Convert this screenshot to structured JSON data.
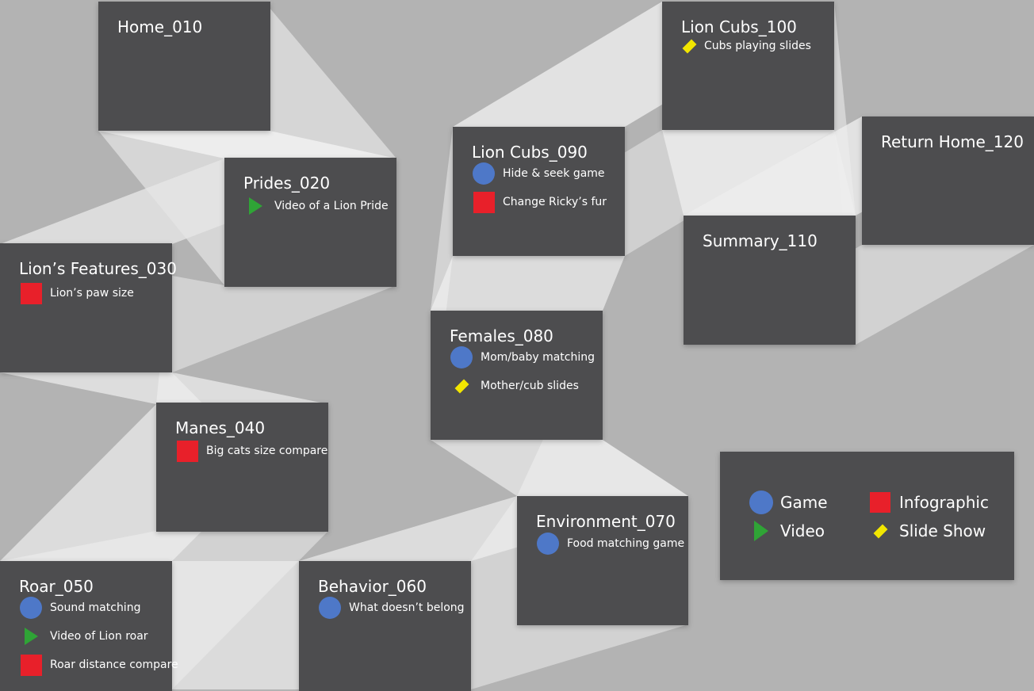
{
  "colors": {
    "background": "#b3b3b3",
    "card": "#4d4d4f",
    "game": "#4e78c8",
    "video": "#2fa436",
    "infographic": "#e8202a",
    "slideshow": "#f2e600"
  },
  "cards": {
    "home_010": {
      "title": "Home_010"
    },
    "prides_020": {
      "title": "Prides_020",
      "items": [
        {
          "type": "video",
          "label": "Video of a Lion Pride"
        }
      ]
    },
    "features_030": {
      "title": "Lion’s Features_030",
      "items": [
        {
          "type": "infographic",
          "label": "Lion’s paw size"
        }
      ]
    },
    "manes_040": {
      "title": "Manes_040",
      "items": [
        {
          "type": "infographic",
          "label": "Big cats size compare"
        }
      ]
    },
    "roar_050": {
      "title": "Roar_050",
      "items": [
        {
          "type": "game",
          "label": "Sound matching"
        },
        {
          "type": "video",
          "label": "Video of Lion roar"
        },
        {
          "type": "infographic",
          "label": "Roar distance compare"
        }
      ]
    },
    "behavior_060": {
      "title": "Behavior_060",
      "items": [
        {
          "type": "game",
          "label": "What doesn’t belong"
        }
      ]
    },
    "environment_070": {
      "title": "Environment_070",
      "items": [
        {
          "type": "game",
          "label": "Food matching game"
        }
      ]
    },
    "females_080": {
      "title": "Females_080",
      "items": [
        {
          "type": "game",
          "label": "Mom/baby matching"
        },
        {
          "type": "slideshow",
          "label": "Mother/cub slides"
        }
      ]
    },
    "cubs_090": {
      "title": "Lion Cubs_090",
      "items": [
        {
          "type": "game",
          "label": "Hide & seek game"
        },
        {
          "type": "infographic",
          "label": "Change Ricky’s fur"
        }
      ]
    },
    "cubs_100": {
      "title": "Lion Cubs_100",
      "items": [
        {
          "type": "slideshow",
          "label": "Cubs playing slides"
        }
      ]
    },
    "summary_110": {
      "title": "Summary_110"
    },
    "return_120": {
      "title": "Return Home_120"
    }
  },
  "legend": {
    "game": "Game",
    "video": "Video",
    "infographic": "Infographic",
    "slideshow": "Slide Show"
  }
}
